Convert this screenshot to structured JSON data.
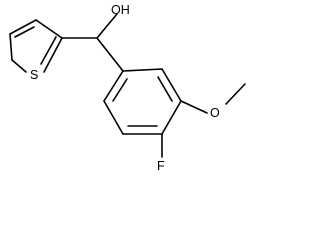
{
  "structure": {
    "atoms": {
      "hydroxyl": "OH",
      "thiophene_sulfur": "S",
      "methoxy_oxygen": "O",
      "fluorine": "F"
    }
  }
}
